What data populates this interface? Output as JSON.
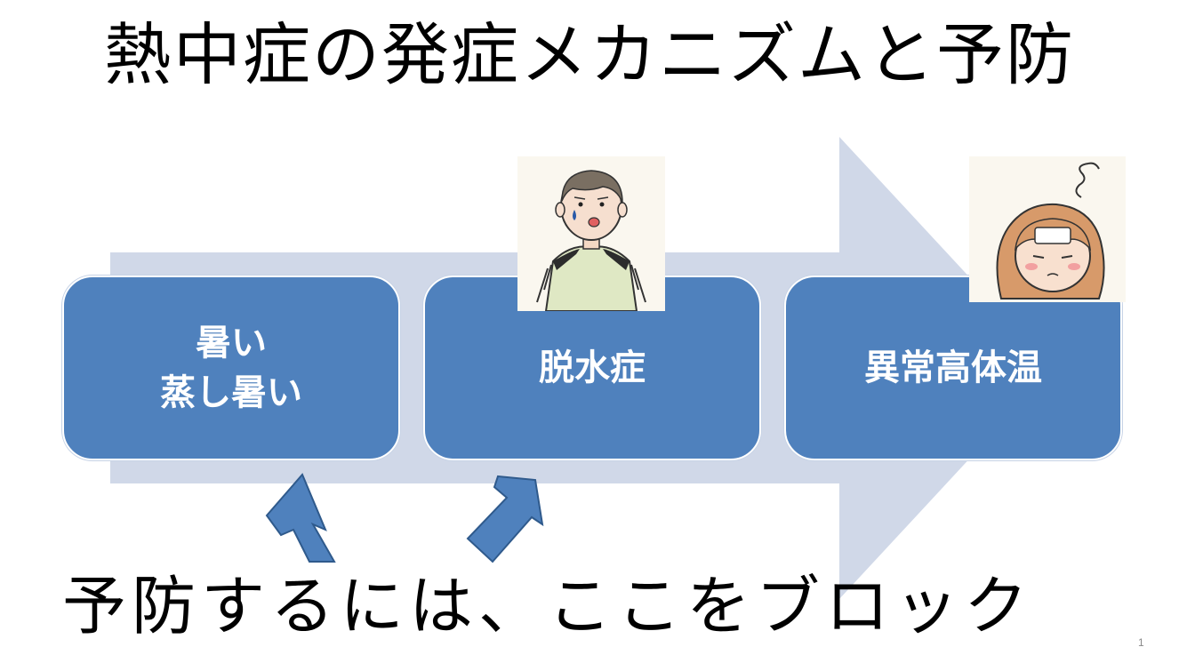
{
  "slide": {
    "title": "熱中症の発症メカニズムと予防",
    "steps": [
      {
        "lines": [
          "暑い",
          "蒸し暑い"
        ]
      },
      {
        "lines": [
          "脱水症"
        ]
      },
      {
        "lines": [
          "異常高体温"
        ]
      }
    ],
    "bottom_text": "予防するには、ここをブロック",
    "page_number": "1"
  },
  "colors": {
    "box_fill": "#4f81bd",
    "big_arrow": "#d0d8e8",
    "small_arrow_fill": "#4f81bd",
    "small_arrow_stroke": "#2f5a8c",
    "text": "#000000",
    "box_text": "#ffffff"
  },
  "icons": {
    "illustration_1": "sweating-boy-illustration",
    "illustration_2": "feverish-girl-illustration",
    "block_arrow_1": "up-arrow-icon",
    "block_arrow_2": "up-right-arrow-icon"
  }
}
